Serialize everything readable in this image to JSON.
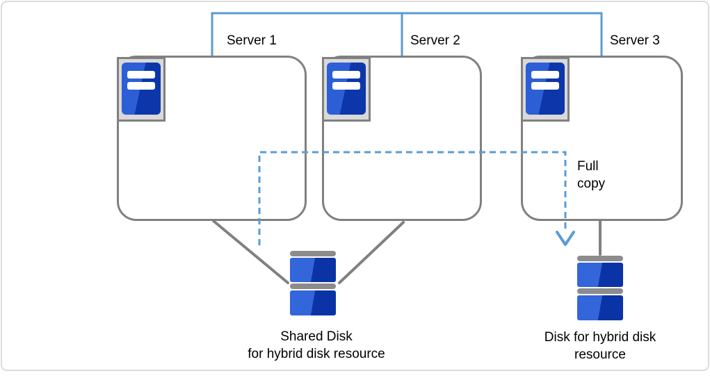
{
  "servers": [
    {
      "label": "Server 1"
    },
    {
      "label": "Server 2"
    },
    {
      "label": "Server 3"
    }
  ],
  "annotations": {
    "full_copy": "Full copy"
  },
  "disks": {
    "shared": {
      "label_line1": "Shared Disk",
      "label_line2": "for hybrid disk resource"
    },
    "hybrid": {
      "label": "Disk for hybrid disk resource"
    }
  },
  "colors": {
    "interconnect_blue": "#5B9BD5",
    "copy_arrow_blue": "#5B9BD5",
    "box_border_gray": "#808080",
    "icon_frame_fill": "#D9D9D9",
    "icon_blue_light": "#2C5FD6",
    "icon_blue_dark": "#0C36A9",
    "disk_blue_light": "#3365DB",
    "disk_blue_dark": "#0A34A6",
    "disk_bar_gray": "#8C8C8C",
    "outer_frame_gray": "#DBDBDB",
    "text": "#000000"
  }
}
